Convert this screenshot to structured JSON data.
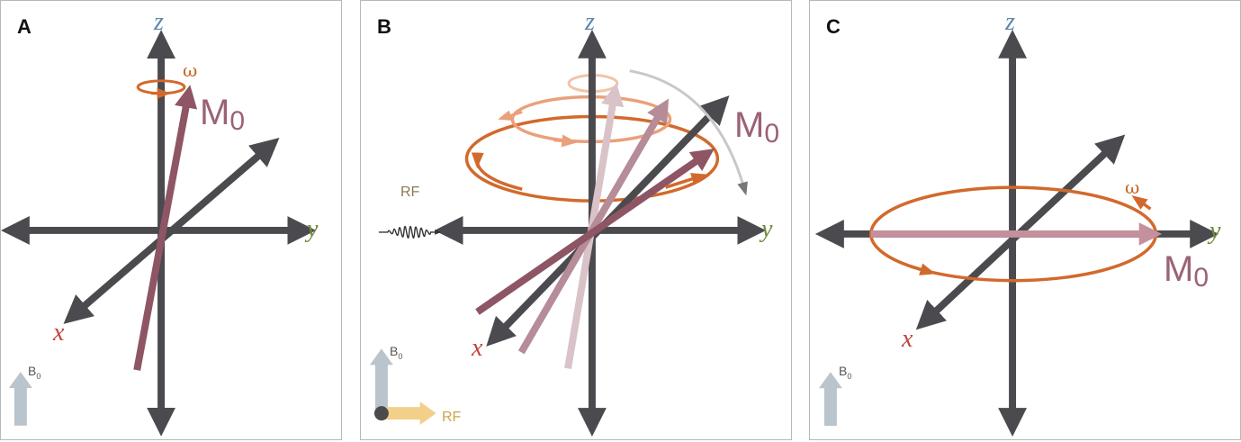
{
  "panels": {
    "a": {
      "letter": "A",
      "z": "z",
      "y": "y",
      "x": "x",
      "m_main": "M",
      "m_sub": "0",
      "omega": "ω",
      "b0_main": "B",
      "b0_sub": "0"
    },
    "b": {
      "letter": "B",
      "z": "z",
      "y": "y",
      "x": "x",
      "m_main": "M",
      "m_sub": "0",
      "rf_pulse": "RF",
      "b0_main": "B",
      "b0_sub": "0",
      "rf_axis": "RF"
    },
    "c": {
      "letter": "C",
      "z": "z",
      "y": "y",
      "x": "x",
      "m_main": "M",
      "m_sub": "0",
      "omega": "ω",
      "b0_main": "B",
      "b0_sub": "0"
    }
  },
  "colors": {
    "axis": "#4a4a4f",
    "magnetization": "#8e5565",
    "precession": "#d2692c",
    "b0_arrow": "#b9c4cc",
    "rf_arrow": "#f3d08a"
  }
}
